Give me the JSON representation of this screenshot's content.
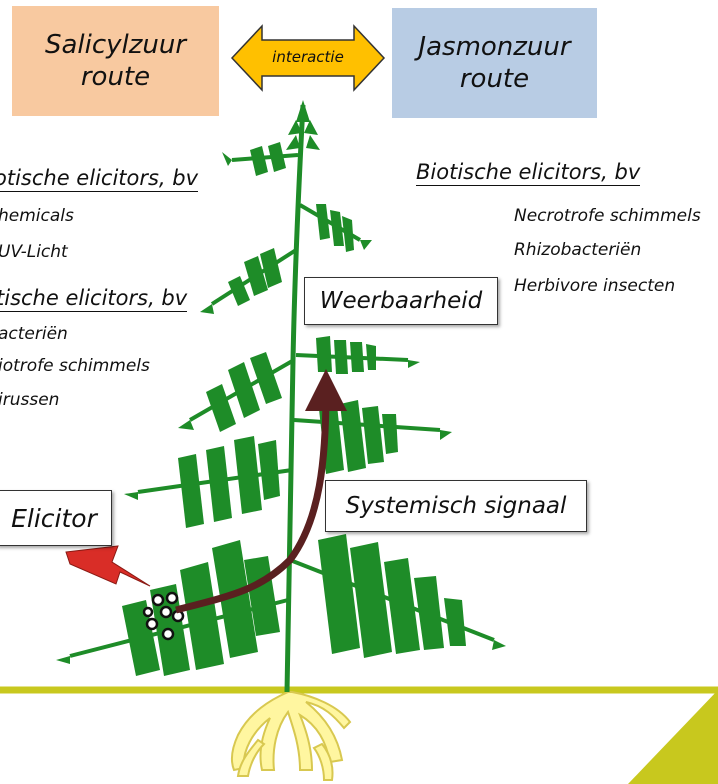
{
  "routes": {
    "salicyl": {
      "line1": "Salicylzuur",
      "line2": "route",
      "color": "#f8c9a0"
    },
    "jasmon": {
      "line1": "Jasmonzuur",
      "line2": "route",
      "color": "#b8cce4"
    },
    "interaction_label": "interactie",
    "arrow_color": "#ffc000"
  },
  "left_column": {
    "abiotic_heading": "otische elicitors, bv",
    "abiotic_items": [
      "hemicals",
      "UV-Licht"
    ],
    "biotic_heading": "tische elicitors, bv",
    "biotic_items": [
      "acteriën",
      "iotrofe schimmels",
      "irussen"
    ]
  },
  "right_column": {
    "heading": "Biotische elicitors, bv",
    "items": [
      "Necrotrofe schimmels",
      "Rhizobacteriën",
      "Herbivore insecten"
    ]
  },
  "callouts": {
    "weerbaarheid": "Weerbaarheid",
    "signaal": "Systemisch signaal",
    "elicitor": "Elicitor"
  },
  "colors": {
    "plant": "#1e8c28",
    "plant_dark": "#0f5a14",
    "signal_arrow": "#5a2020",
    "lightning": "#d92d27",
    "ground": "#c8c81e",
    "roots": "#fff6a0"
  }
}
